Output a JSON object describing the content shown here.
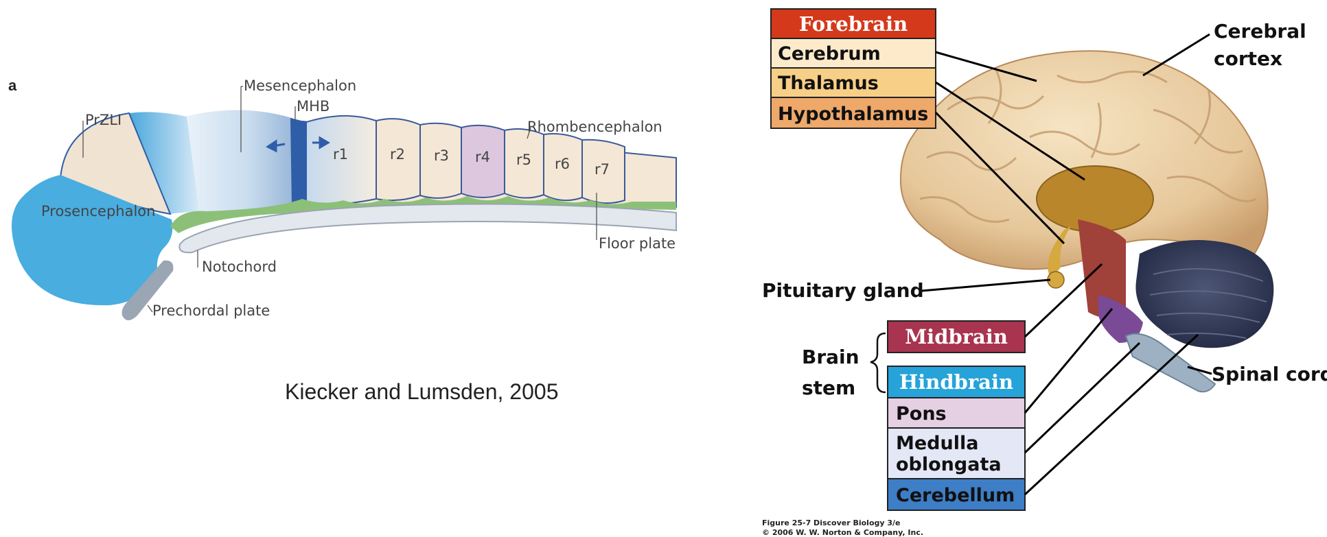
{
  "left_panel": {
    "panel_letter": "a",
    "labels": {
      "mesencephalon": "Mesencephalon",
      "mhb": "MHB",
      "przli": "PrZLI",
      "rhombencephalon": "Rhombencephalon",
      "prosencephalon": "Prosencephalon",
      "notochord": "Notochord",
      "floor_plate": "Floor plate",
      "prechordal_plate": "Prechordal plate"
    },
    "rhombomeres": [
      "r1",
      "r2",
      "r3",
      "r4",
      "r5",
      "r6",
      "r7"
    ],
    "citation": "Kiecker and Lumsden, 2005"
  },
  "right_panel": {
    "forebrain": {
      "header": "Forebrain",
      "items": [
        "Cerebrum",
        "Thalamus",
        "Hypothalamus"
      ]
    },
    "midbrain": "Midbrain",
    "brain_stem_label": [
      "Brain",
      "stem"
    ],
    "hindbrain": {
      "header": "Hindbrain",
      "items": [
        "Pons",
        "Medulla oblongata",
        "Cerebellum"
      ],
      "medulla_lines": [
        "Medulla",
        "oblongata"
      ]
    },
    "external_labels": {
      "cerebral_cortex": [
        "Cerebral",
        "cortex"
      ],
      "pituitary_gland": "Pituitary gland",
      "spinal_cord": "Spinal cord"
    },
    "figure_credit": [
      "Figure 25-7  Discover Biology 3/e",
      "© 2006 W. W. Norton & Company, Inc."
    ],
    "colors": {
      "forebrain_header": "#d4391b",
      "cerebrum": "#fdeacb",
      "thalamus": "#f8cf86",
      "hypothalamus": "#eea86a",
      "midbrain": "#a8344f",
      "hindbrain_header": "#26a3d8",
      "pons": "#e5cfe3",
      "medulla": "#e4e7f5",
      "cerebellum": "#3d7ec6"
    }
  }
}
